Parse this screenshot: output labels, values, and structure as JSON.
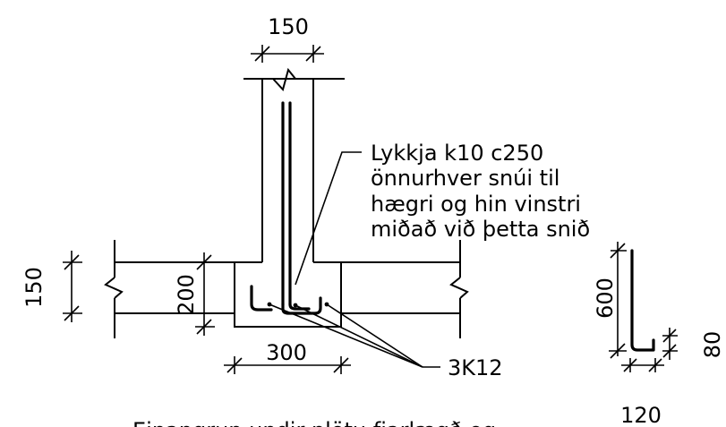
{
  "dimensions": {
    "wall_width": "150",
    "slab_thickness": "150",
    "footing_height": "200",
    "footing_width": "300",
    "hook_height": "600",
    "hook_length": "120",
    "hook_end": "80"
  },
  "callouts": {
    "loop_line1": "Lykkja k10 c250",
    "loop_line2": "önnurhver snúi til",
    "loop_line3": "hægri og hin vinstri",
    "loop_line4": "miðað við þetta snið",
    "bottom_bars": "3K12"
  },
  "footnote": "Einangrun undir plötu fjarlægð og"
}
